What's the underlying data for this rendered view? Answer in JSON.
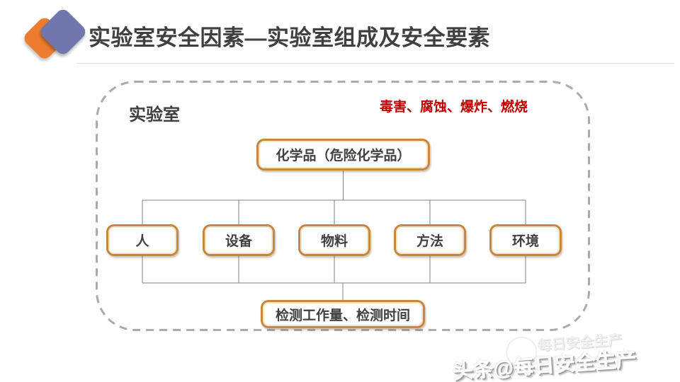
{
  "slide": {
    "title": "实验室安全因素—实验室组成及安全要素"
  },
  "diagram": {
    "container_label": "实验室",
    "hazards_text": "毒害、腐蚀、爆炸、燃烧",
    "root_box_label": "化学品（危险化学品）",
    "factors": [
      "人",
      "设备",
      "物料",
      "方法",
      "环境"
    ],
    "bottom_box_label": "检测工作量、检测时间"
  },
  "watermark": {
    "text": "头条@每日安全生产",
    "ghost_text": "每日安全生产"
  },
  "colors": {
    "box_border_orange": "#c8873e",
    "hazard_red": "#c00000",
    "title_gray": "#3f3f3f",
    "dashed_border_gray": "#ababab",
    "connector_gray": "#808080",
    "logo_orange": "#ec7c2f",
    "logo_blue": "#6f77ad"
  }
}
